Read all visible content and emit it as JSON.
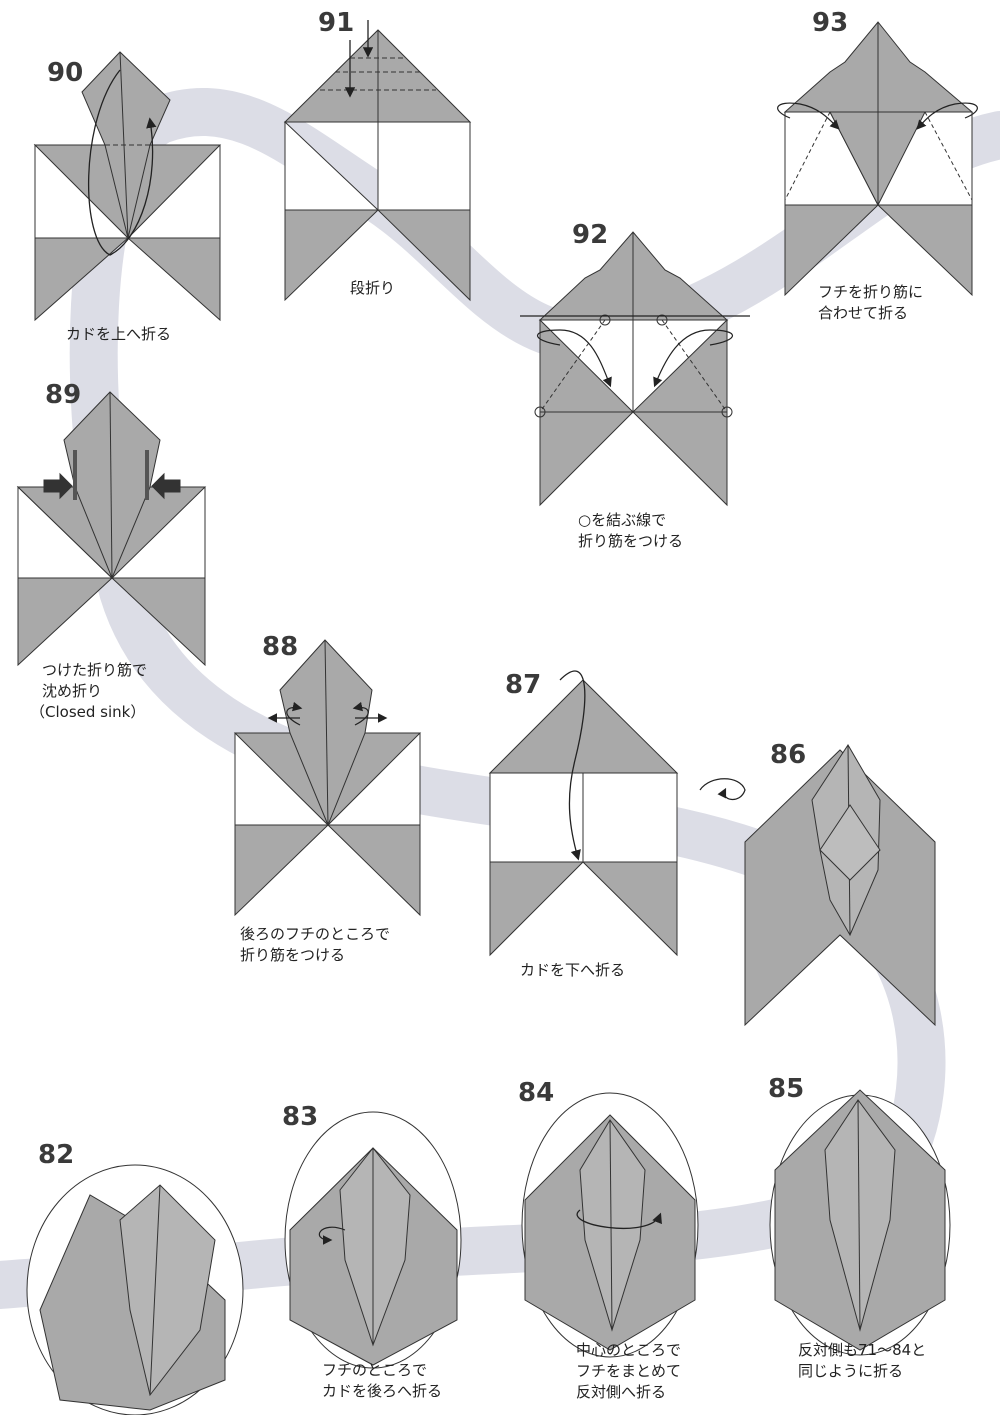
{
  "colors": {
    "paper_gray": "#a9a9a9",
    "paper_white": "#ffffff",
    "ribbon": "#dcdde6",
    "line": "#333333"
  },
  "steps": [
    {
      "num": "90",
      "caption": [
        "カドを上へ折る"
      ]
    },
    {
      "num": "91",
      "caption": [
        "段折り"
      ]
    },
    {
      "num": "92",
      "caption": [
        "○を結ぶ線で",
        "折り筋をつける"
      ]
    },
    {
      "num": "93",
      "caption": [
        "フチを折り筋に",
        "合わせて折る"
      ]
    },
    {
      "num": "89",
      "caption": [
        "つけた折り筋で",
        "沈め折り",
        "（Closed sink）"
      ]
    },
    {
      "num": "88",
      "caption": [
        "後ろのフチのところで",
        "折り筋をつける"
      ]
    },
    {
      "num": "87",
      "caption": [
        "カドを下へ折る"
      ]
    },
    {
      "num": "86",
      "caption": []
    },
    {
      "num": "82",
      "caption": []
    },
    {
      "num": "83",
      "caption": [
        "フチのところで",
        "カドを後ろへ折る"
      ]
    },
    {
      "num": "84",
      "caption": [
        "中心のところで",
        "フチをまとめて",
        "反対側へ折る"
      ]
    },
    {
      "num": "85",
      "caption": [
        "反対側も71～84と",
        "同じように折る"
      ]
    }
  ]
}
